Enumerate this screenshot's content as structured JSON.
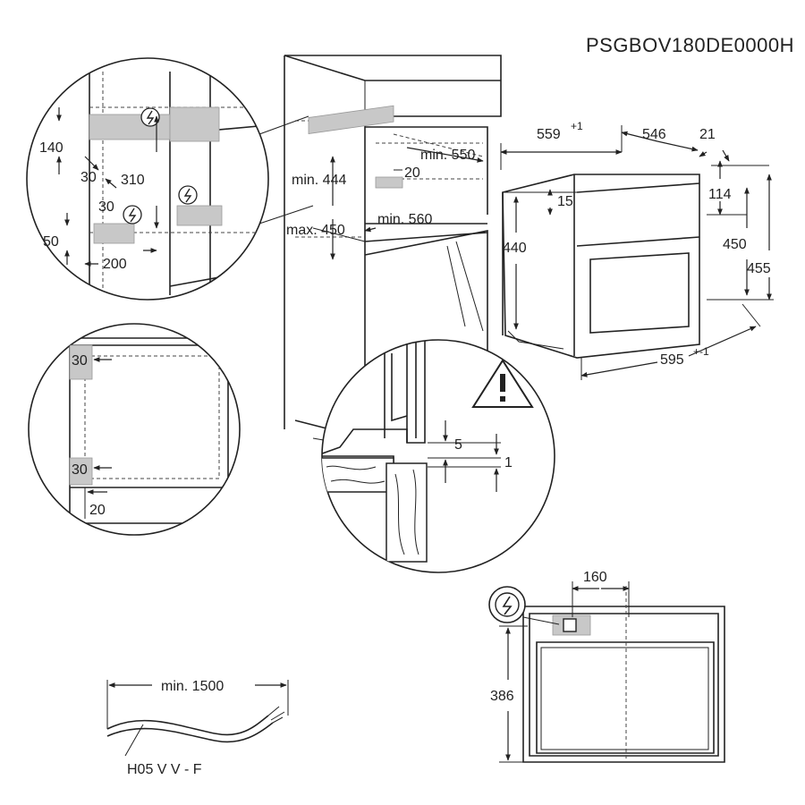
{
  "model_code": "PSGBOV180DE0000H",
  "dimensions": {
    "top_right": {
      "depth_total": "559",
      "depth_total_tol": "+1",
      "depth_body": "546",
      "front_thickness": "21",
      "width": "595",
      "width_tol": "+-1",
      "height_front": "455",
      "height_body": "450",
      "top_offset": "114",
      "height_side": "440",
      "side_offset": "15"
    },
    "cabinet": {
      "min_depth": "min. 550",
      "min_444": "min. 444",
      "gap_20": "20",
      "max_450": "max. 450",
      "min_560": "min. 560"
    },
    "detail_top_left": {
      "d140": "140",
      "d30a": "30",
      "d310": "310",
      "d30b": "30",
      "d50": "50",
      "d200": "200"
    },
    "detail_mid_left": {
      "d30top": "30",
      "d30bot": "30",
      "d20": "20"
    },
    "detail_mid_center": {
      "d5": "5",
      "d1": "1"
    },
    "bottom_right": {
      "d160": "160",
      "d386": "386"
    },
    "cable": {
      "min_length": "min. 1500",
      "type": "H05 V V - F"
    }
  },
  "icons": {
    "electric": "electric-hazard-icon",
    "warning": "warning-triangle-icon"
  }
}
